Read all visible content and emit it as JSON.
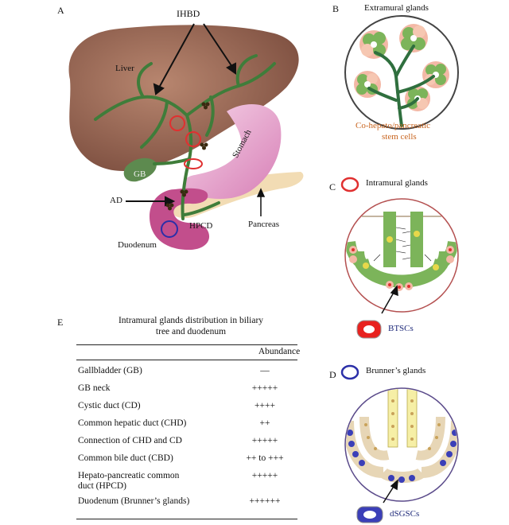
{
  "panels": {
    "A": {
      "letter": "A",
      "labels": {
        "ihbd": "IHBD",
        "liver": "Liver",
        "gb": "GB",
        "ad": "AD",
        "hpcd": "HPCD",
        "stomach": "Stomach",
        "pancreas": "Pancreas",
        "duodenum": "Duodenum"
      }
    },
    "B": {
      "letter": "B",
      "title": "Extramural glands",
      "caption_line1": "Co-hepato/pancreatic",
      "caption_line2": "stem cells"
    },
    "C": {
      "letter": "C",
      "title": "Intramural glands",
      "cell_label": "BTSCs"
    },
    "D": {
      "letter": "D",
      "title": "Brunner’s glands",
      "cell_label": "dSGSCs"
    },
    "E": {
      "letter": "E",
      "title_line1": "Intramural glands distribution in biliary",
      "title_line2": "tree and duodenum",
      "column_header": "Abundance",
      "rows": [
        {
          "name": "Gallbladder (GB)",
          "value": "—"
        },
        {
          "name": "GB neck",
          "value": "+++++"
        },
        {
          "name": "Cystic duct (CD)",
          "value": "++++"
        },
        {
          "name": "Common hepatic duct (CHD)",
          "value": "++"
        },
        {
          "name": "Connection of CHD and CD",
          "value": "+++++"
        },
        {
          "name": "Common bile duct (CBD)",
          "value": "++ to +++"
        },
        {
          "name": "Hepato-pancreatic common duct (HPCD)",
          "value": "+++++"
        },
        {
          "name": "Duodenum (Brunner’s glands)",
          "value": "++++++"
        }
      ]
    }
  },
  "colors": {
    "liver": "#9b6a58",
    "duct": "#3f7d3a",
    "stomach": "#e8a8d0",
    "pancreas": "#f2dcb4",
    "duodenum": "#c24e8c",
    "intramural_marker": "#e03030",
    "brunner_marker": "#2b2fa8",
    "caption_orange": "#c8641e"
  }
}
